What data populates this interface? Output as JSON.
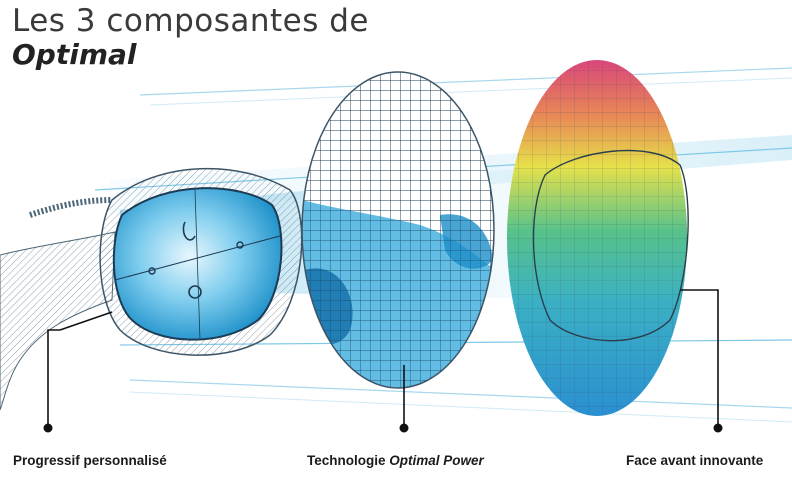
{
  "header": {
    "title_line1": "Les 3 composantes de",
    "title_line2": "Optimal"
  },
  "components": [
    {
      "label": "Progressif personnalisé",
      "icon": "eyeglasses-illustration"
    },
    {
      "label_prefix": "Technologie ",
      "label_em": "Optimal Power",
      "icon": "lens-grid-illustration"
    },
    {
      "label": "Face avant innovante",
      "icon": "lens-front-surface-illustration"
    }
  ],
  "colors": {
    "lens_blue": "#2fa6d9",
    "light_blue": "#bfe6f5",
    "grid_dark": "#1d3b55",
    "surface_top": "#d9467a",
    "surface_mid": "#e6e14a",
    "surface_green": "#58c28a",
    "surface_bottom": "#2a8fd0",
    "leader_line": "#111111"
  }
}
